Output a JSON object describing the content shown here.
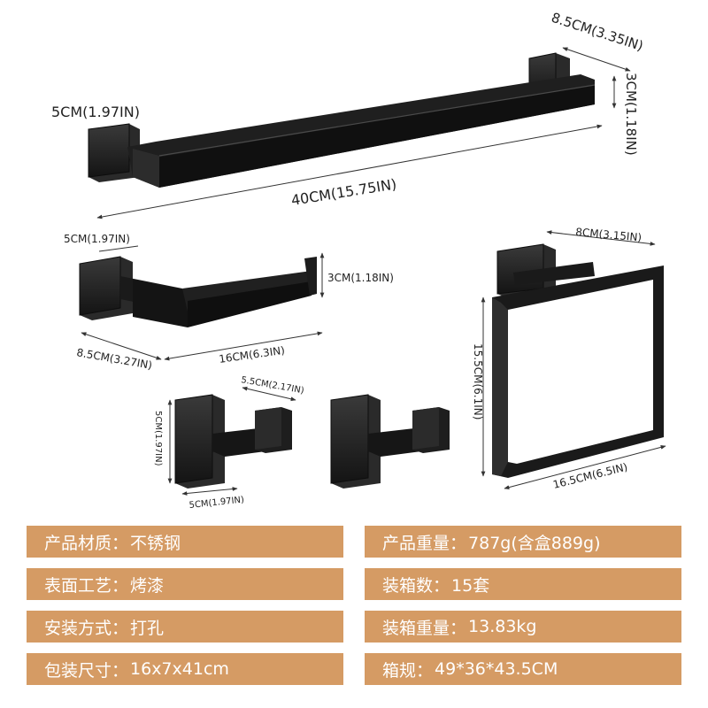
{
  "dimensions": {
    "towel_bar": {
      "depth": "8.5CM(3.35IN)",
      "height": "3CM(1.18IN)",
      "base": "5CM(1.97IN)",
      "length": "40CM(15.75IN)"
    },
    "paper_holder": {
      "base": "5CM(1.97IN)",
      "height": "3CM(1.18IN)",
      "depth": "8.5CM(3.27IN)",
      "length": "16CM(6.3IN)"
    },
    "towel_ring": {
      "top": "8CM(3.15IN)",
      "height": "15.5CM(6.1IN)",
      "width": "16.5CM(6.5IN)"
    },
    "hook": {
      "depth": "5.5CM(2.17IN)",
      "height": "5CM(1.97IN)",
      "width": "5CM(1.97IN)"
    }
  },
  "specs": {
    "material": {
      "label": "产品材质：",
      "value": "不锈钢"
    },
    "finish": {
      "label": "表面工艺：",
      "value": "烤漆"
    },
    "install": {
      "label": "安装方式：",
      "value": "打孔"
    },
    "package_size": {
      "label": "包装尺寸：",
      "value": "16x7x41cm"
    },
    "weight": {
      "label": "产品重量：",
      "value": "787g(含盒889g)"
    },
    "box_qty": {
      "label": "装箱数：",
      "value": "15套"
    },
    "box_weight": {
      "label": "装箱重量：",
      "value": "13.83kg"
    },
    "box_size": {
      "label": "箱规：",
      "value": "49*36*43.5CM"
    }
  },
  "colors": {
    "product": "#1b1b1b",
    "spec_bar": "#d59b64",
    "spec_text": "#ffffff"
  }
}
